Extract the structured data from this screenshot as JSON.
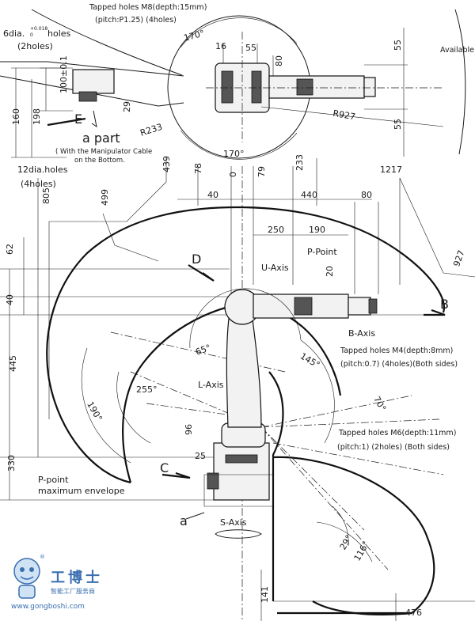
{
  "labels": {
    "tapped_m8_l1": "Tapped holes M8(depth:15mm)",
    "tapped_m8_l2": "(pitch:P1.25) (4holes)",
    "six_dia_holes": "6dia.",
    "six_dia_tol": "+0.018",
    "six_dia_tol0": "0",
    "holes_word": "holes",
    "two_holes": "(2holes)",
    "available": "Available",
    "twelve_dia": "12dia.holes",
    "four_holes": "(4holes)",
    "e_label": "E",
    "a_part": "a part",
    "cable_note_l1": "( With the Manipulator Cable",
    "cable_note_l2": "on the Bottom.",
    "d_label": "D",
    "u_axis": "U-Axis",
    "p_point": "P-Point",
    "b_label": "B",
    "b_axis": "B-Axis",
    "tapped_m4_l1": "Tapped holes M4(depth:8mm)",
    "tapped_m4_l2": "(pitch:0.7) (4holes)(Both sides)",
    "l_axis": "L-Axis",
    "tapped_m6_l1": "Tapped holes M6(depth:11mm)",
    "tapped_m6_l2": "(pitch:1) (2holes) (Both sides)",
    "c_label": "C",
    "p_point_l": "P-point",
    "max_envelope": "maximum envelope",
    "a_small": "a",
    "s_axis": "S-Axis"
  },
  "dimensions": {
    "d170_top": "170°",
    "d16": "16",
    "d55_top": "55",
    "d80_top": "80",
    "d55_r1": "55",
    "d55_r2": "55",
    "d29": "29",
    "d100": "100±0.1",
    "d160": "160",
    "d198": "198",
    "r233": "R233",
    "r927": "R927",
    "d170_bot": "170°",
    "d439": "439",
    "d78": "78",
    "d0": "0",
    "d79": "79",
    "d233": "233",
    "d1217": "1217",
    "d805": "805",
    "d499": "499",
    "d40": "40",
    "d440": "440",
    "d80": "80",
    "d250": "250",
    "d190": "190",
    "d62": "62",
    "d20": "20",
    "d927": "927",
    "d40_left": "40",
    "d65": "65°",
    "d145": "145°",
    "d445": "445",
    "d255": "255°",
    "d190deg": "190°",
    "d70": "70°",
    "d96": "96",
    "d25": "25",
    "d330": "330",
    "d29deg": "29°",
    "d116": "116°",
    "d141": "141",
    "d476": "476"
  },
  "watermark": {
    "name": "工博士",
    "sub": "智能工厂服务商",
    "url": "www.gongboshi.com",
    "reg": "®"
  }
}
